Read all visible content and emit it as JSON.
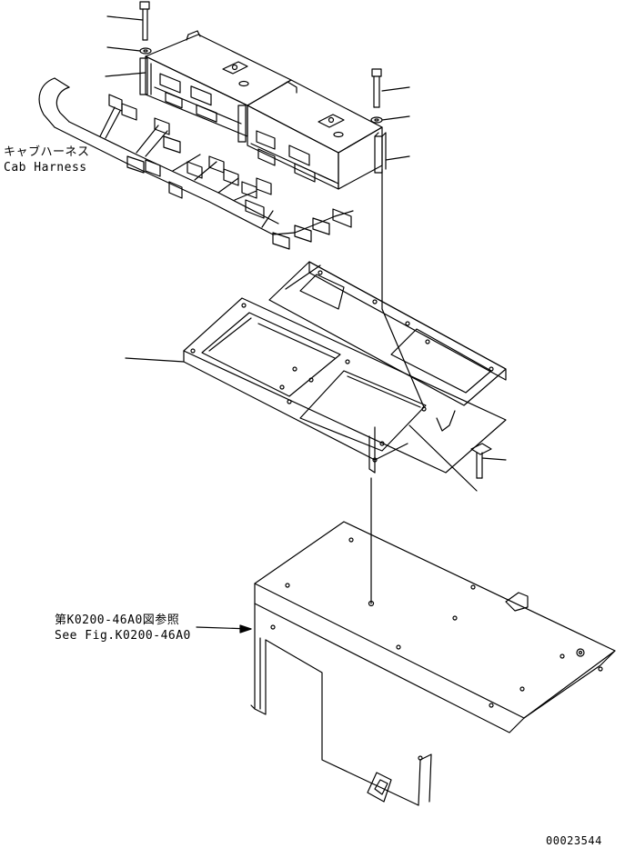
{
  "labels": {
    "cab_harness_jp": "キャブハーネス",
    "cab_harness_en": "Cab Harness",
    "reference_jp": "第K0200-46A0図参照",
    "reference_en": "See Fig.K0200-46A0",
    "drawing_number": "00023544"
  }
}
